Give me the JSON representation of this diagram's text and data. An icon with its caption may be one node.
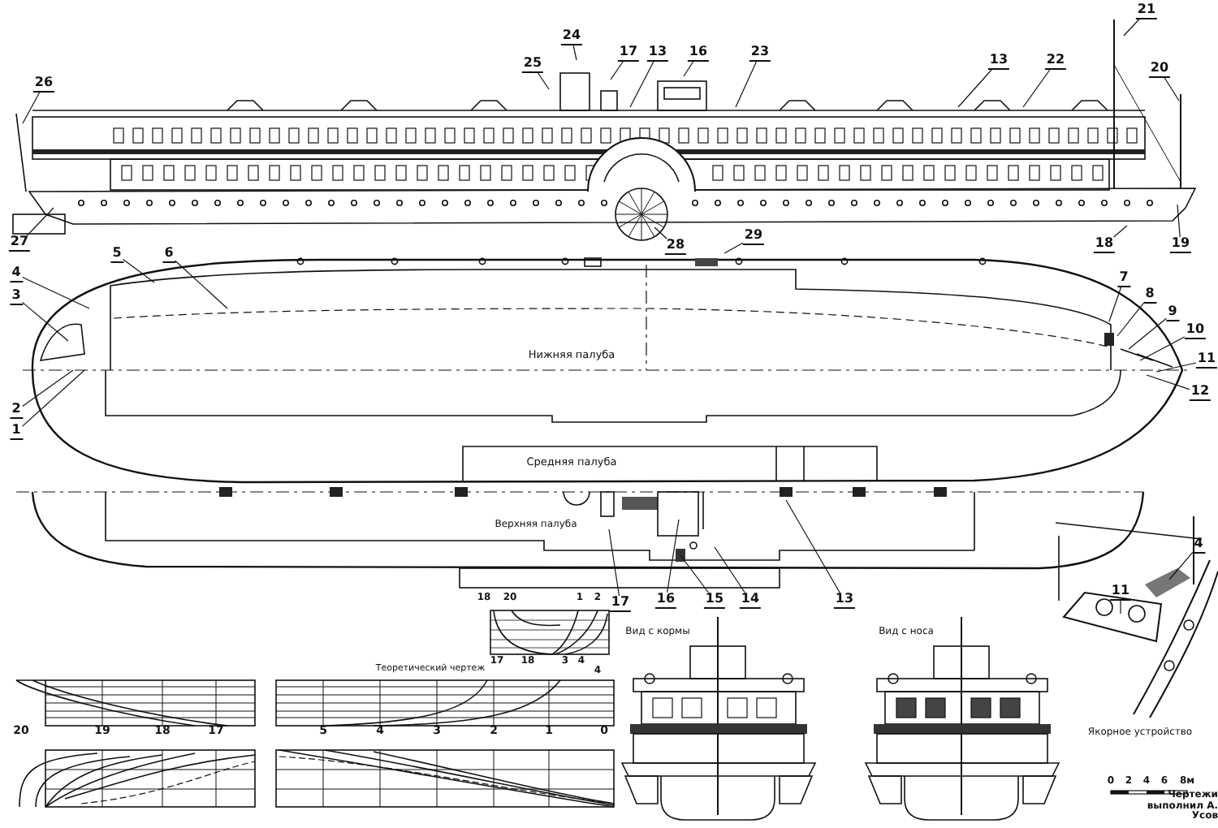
{
  "diagram": {
    "nodes": [
      {
        "text": [
          "21"
        ]
      },
      {
        "text": [
          "24"
        ]
      },
      {
        "text": [
          "25"
        ]
      },
      {
        "text": [
          "17"
        ]
      },
      {
        "text": [
          "13"
        ]
      },
      {
        "text": [
          "16"
        ]
      },
      {
        "text": [
          "23"
        ]
      },
      {
        "text": [
          "13"
        ]
      },
      {
        "text": [
          "22"
        ]
      },
      {
        "text": [
          "20"
        ]
      },
      {
        "text": [
          "26"
        ]
      },
      {
        "text": [
          "27"
        ]
      },
      {
        "text": [
          "28"
        ]
      },
      {
        "text": [
          "29"
        ]
      },
      {
        "text": [
          "18"
        ]
      },
      {
        "text": [
          "19"
        ]
      },
      {
        "text": [
          "5"
        ]
      },
      {
        "text": [
          "6"
        ]
      },
      {
        "text": [
          "4"
        ]
      },
      {
        "text": [
          "3"
        ]
      },
      {
        "text": [
          "7"
        ]
      },
      {
        "text": [
          "8"
        ]
      },
      {
        "text": [
          "9"
        ]
      },
      {
        "text": [
          "10"
        ]
      },
      {
        "text": [
          "11"
        ]
      },
      {
        "text": [
          "12"
        ]
      },
      {
        "text": [
          "2"
        ]
      },
      {
        "text": [
          "1"
        ]
      },
      {
        "text": [
          "4"
        ]
      },
      {
        "text": [
          "11"
        ]
      },
      {
        "text": [
          "17"
        ]
      },
      {
        "text": [
          "16"
        ]
      },
      {
        "text": [
          "15"
        ]
      },
      {
        "text": [
          "14"
        ]
      },
      {
        "text": [
          "13"
        ]
      }
    ],
    "edges": [
      {
        "from": 0,
        "to": null,
        "arrow": "none"
      },
      {
        "from": 1,
        "to": null,
        "arrow": "none"
      },
      {
        "from": 2,
        "to": null,
        "arrow": "none"
      },
      {
        "from": 3,
        "to": null,
        "arrow": "none"
      },
      {
        "from": 4,
        "to": null,
        "arrow": "none"
      },
      {
        "from": 5,
        "to": null,
        "arrow": "none"
      },
      {
        "from": 6,
        "to": null,
        "arrow": "none"
      },
      {
        "from": 7,
        "to": null,
        "arrow": "none"
      },
      {
        "from": 8,
        "to": null,
        "arrow": "none"
      },
      {
        "from": 9,
        "to": null,
        "arrow": "none"
      },
      {
        "from": 10,
        "to": null,
        "arrow": "none"
      },
      {
        "from": 11,
        "to": null,
        "arrow": "none"
      },
      {
        "from": 12,
        "to": null,
        "arrow": "none"
      },
      {
        "from": 13,
        "to": null,
        "arrow": "none"
      },
      {
        "from": 14,
        "to": null,
        "arrow": "none"
      },
      {
        "from": 15,
        "to": null,
        "arrow": "none"
      },
      {
        "from": 16,
        "to": null,
        "arrow": "none"
      },
      {
        "from": 17,
        "to": null,
        "arrow": "none"
      },
      {
        "from": 18,
        "to": null,
        "arrow": "none"
      },
      {
        "from": 19,
        "to": null,
        "arrow": "none"
      },
      {
        "from": 20,
        "to": null,
        "arrow": "none"
      },
      {
        "from": 21,
        "to": null,
        "arrow": "none"
      },
      {
        "from": 22,
        "to": null,
        "arrow": "none"
      },
      {
        "from": 23,
        "to": null,
        "arrow": "none"
      },
      {
        "from": 24,
        "to": null,
        "arrow": "none"
      },
      {
        "from": 25,
        "to": null,
        "arrow": "none"
      },
      {
        "from": 26,
        "to": null,
        "arrow": "none"
      },
      {
        "from": 27,
        "to": null,
        "arrow": "none"
      },
      {
        "from": 28,
        "to": null,
        "arrow": "none"
      },
      {
        "from": 29,
        "to": null,
        "arrow": "none"
      },
      {
        "from": 30,
        "to": null,
        "arrow": "none"
      },
      {
        "from": 31,
        "to": null,
        "arrow": "none"
      },
      {
        "from": 32,
        "to": null,
        "arrow": "none"
      },
      {
        "from": 33,
        "to": null,
        "arrow": "none"
      },
      {
        "from": 34,
        "to": null,
        "arrow": "none"
      }
    ],
    "labels": [
      "Нижняя палуба",
      "Средняя палуба",
      "Верхняя палуба",
      "18",
      "20",
      "1",
      "2",
      "17",
      "18",
      "3",
      "4",
      "4",
      "Теоретический чертеж",
      "20",
      "19",
      "18",
      "17",
      "5",
      "4",
      "3",
      "2",
      "1",
      "0",
      "Вид с кормы",
      "Вид с носа",
      "Якорное устройство",
      "0",
      "2",
      "4",
      "6",
      "8м",
      "Чертежи выполнил А. Усов"
    ]
  }
}
